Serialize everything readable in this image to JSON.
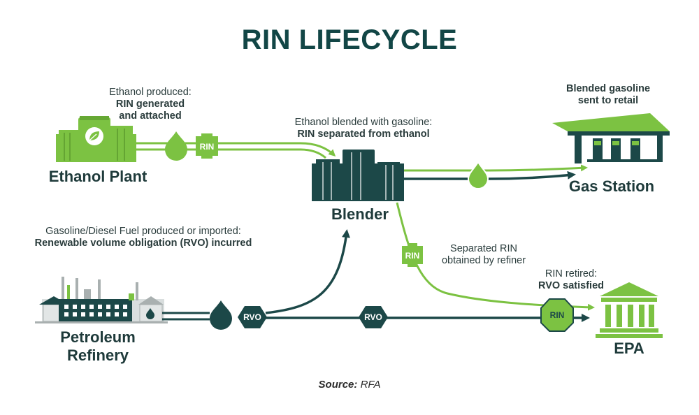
{
  "title": "RIN LIFECYCLE",
  "nodes": {
    "ethanol_plant": "Ethanol Plant",
    "blender": "Blender",
    "gas_station": "Gas Station",
    "refinery_line1": "Petroleum",
    "refinery_line2": "Refinery",
    "epa": "EPA"
  },
  "captions": {
    "ethanol_produced": "Ethanol produced:",
    "rin_generated_1": "RIN generated",
    "rin_generated_2": "and attached",
    "blended_1": "Ethanol blended with gasoline:",
    "blended_2": "RIN separated from ethanol",
    "retail_1": "Blended gasoline",
    "retail_2": "sent to retail",
    "fuel_1": "Gasoline/Diesel Fuel produced or imported:",
    "fuel_2": "Renewable volume obligation (RVO) incurred",
    "separated_1": "Separated RIN",
    "separated_2": "obtained by refiner",
    "retired_1": "RIN retired:",
    "retired_2": "RVO satisfied"
  },
  "badges": {
    "rin": "RIN",
    "rvo": "RVO"
  },
  "source_label": "Source:",
  "source_value": "RFA",
  "colors": {
    "green": "#7cc242",
    "dark_teal": "#1c4848",
    "title": "#124646"
  }
}
